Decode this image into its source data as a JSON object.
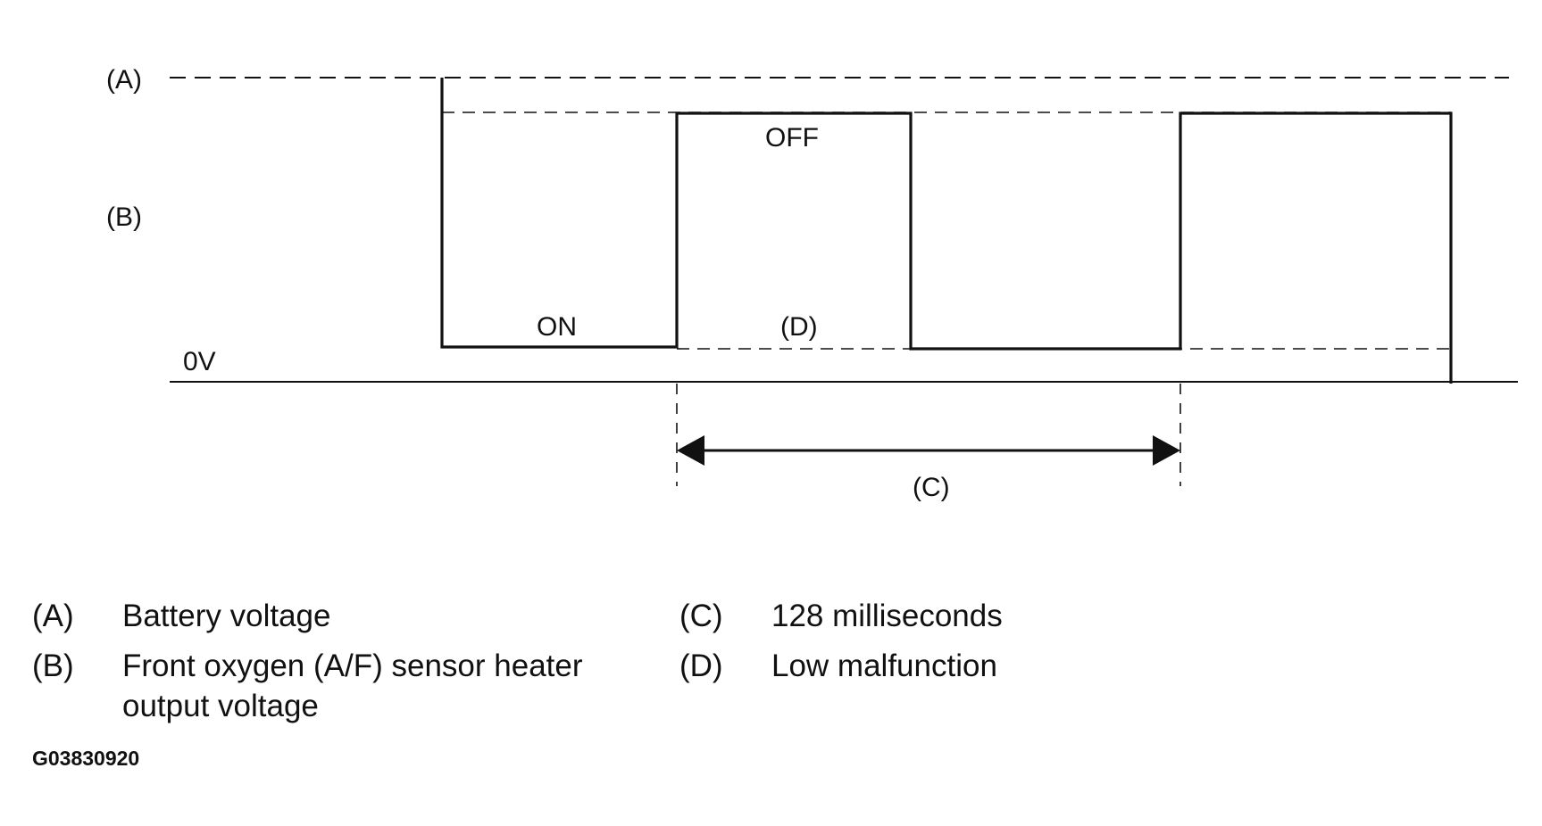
{
  "diagram": {
    "level_labels": {
      "a": "(A)",
      "b": "(B)",
      "zero": "0V"
    },
    "state_labels": {
      "on": "ON",
      "off": "OFF",
      "d": "(D)",
      "c": "(C)"
    }
  },
  "legend": {
    "a_key": "(A)",
    "a_text": "Battery voltage",
    "b_key": "(B)",
    "b_text_line1": "Front oxygen (A/F) sensor heater",
    "b_text_line2": "output voltage",
    "c_key": "(C)",
    "c_text": "128 milliseconds",
    "d_key": "(D)",
    "d_text": "Low malfunction"
  },
  "figure_code": "G03830920",
  "colors": {
    "ink": "#111111",
    "background": "#ffffff"
  }
}
